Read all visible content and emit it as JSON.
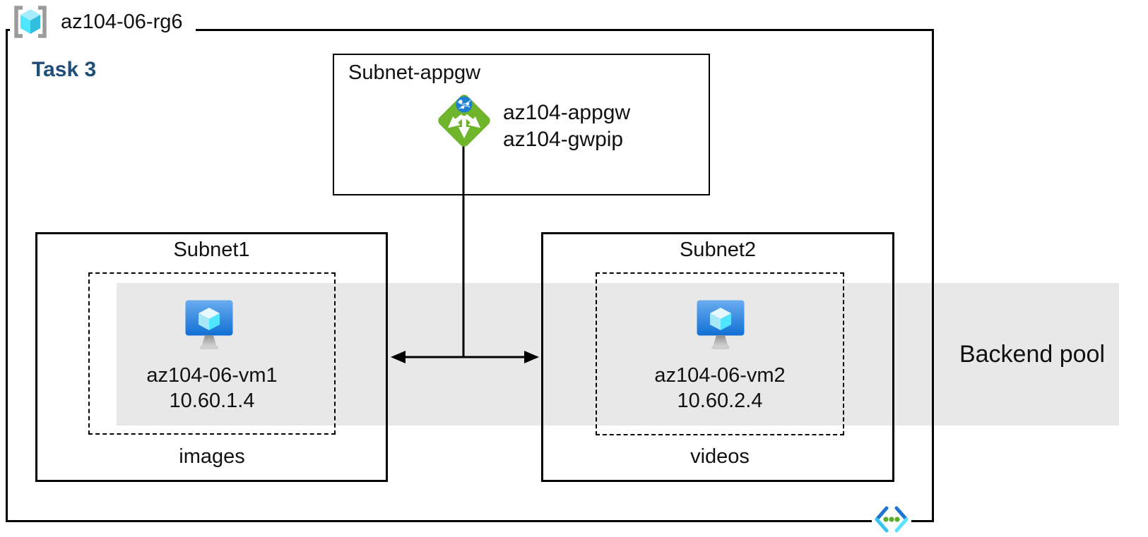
{
  "diagram": {
    "resource_group_name": "az104-06-rg6",
    "task_label": "Task 3",
    "backend_pool_label": "Backend pool"
  },
  "appgw_subnet": {
    "title": "Subnet-appgw",
    "gateway_name": "az104-appgw",
    "public_ip_name": "az104-gwpip"
  },
  "subnets": [
    {
      "title": "Subnet1",
      "vm_name": "az104-06-vm1",
      "vm_ip": "10.60.1.4",
      "storage_label": "images"
    },
    {
      "title": "Subnet2",
      "vm_name": "az104-06-vm2",
      "vm_ip": "10.60.2.4",
      "storage_label": "videos"
    }
  ],
  "icons": {
    "resource_group": "resource-group-icon",
    "application_gateway": "application-gateway-icon",
    "virtual_machine": "virtual-machine-icon",
    "virtual_network": "virtual-network-icon"
  },
  "colors": {
    "task_label_blue": "#1f4e79",
    "backend_pool_band": "#e8e8e8",
    "appgw_green": "#6fb52c",
    "globe_blue": "#1e7fd0",
    "vm_blue_dark": "#1170d3",
    "vm_blue_light": "#6aabf0",
    "cube_cyan": "#50e6ff",
    "cube_teal": "#32bedd",
    "vnet_blue": "#1b75d1",
    "vnet_cyan": "#4fdcff",
    "dot_green": "#5aad2b",
    "bracket_gray": "#9b9b9b",
    "line_black": "#000000"
  }
}
